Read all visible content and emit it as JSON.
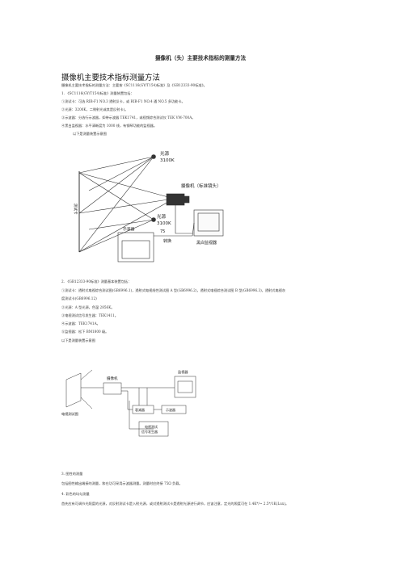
{
  "doc_title": "摄像机（头）主要技术指标的测量方法",
  "section_title": "摄像机主要技术指标测量方法",
  "lines_a": [
    "摄像机主要技术指标的测量方法：主要按《SC1116(GY/T154)标准》及《GB12333-90标准》。",
    "1. 《SC1116(GY/T154)标准》测量装置包括：",
    "①测试卡：可选 RIB-F1 NO.3 透射反卡，或 RIB-F1 NO.4 通 NO.5 多功能卡。",
    "②光源：3200K，二侧射光或其是反射卡)。",
    "③示波器：分选行示波器，如带示波器 TEK1741，或视频综合测试仪 TEK VM-700A。",
    "④黑白监视器：水平清晰度为 1000 线，有钢琴功能的监视器。",
    "以下是测量装置示意图"
  ],
  "fig1": {
    "light_top": "光源",
    "temp_top": "3100K",
    "light_bottom": "光源",
    "temp_bottom": "3100K",
    "camera": "摄像机（标准镜头）",
    "test_card": "测试卡",
    "scope": "示波器",
    "ohm": "75",
    "switch": "转换",
    "monitor": "黑白监视器"
  },
  "lines_b": [
    "2. 《GB12333-90标准》测量基本装置包括：",
    "①测试卡：透射式电视综合测试图(GB6996.1)，透射式电视线性测试图 A 型(GB6996.2)，透射式电视综合测试图 B 型(GB6996.3)，透射式电视灰",
    "度测试卡(GB6996.12)",
    "②光源：A 型光源，色温 2856K。",
    "③电视测试信号发生器：TEK1411。",
    "④示波器：TEK1741A。",
    "⑤监视器：松下 BM1800 级。",
    "以下是测量装置示意图"
  ],
  "fig2": {
    "camera": "摄像机",
    "test_chart": "电视测试图",
    "monitor": "监视器",
    "attenuator": "衰减器",
    "scope": "示波器",
    "signal_gen": "电视测试",
    "signal_gen2": "信号发生器"
  },
  "lines_c": [
    "3. 图性的测量",
    "包括图性输出端接的测量，和在功可采用示波器测量。测量时应终接 75Ω 负载。",
    "4. 彩色的均匀测量",
    "首先应有可调节光照度的光源，对反射测试卡是入射光源，或对透射测试卡是透射光源进行调节，应该注意，定光的照度可在 1.4K*/~ 2.5*/1K(Lux)。"
  ],
  "colors": {
    "line": "#333333",
    "text": "#2a2a2a",
    "light_text": "#3b3b3b"
  }
}
